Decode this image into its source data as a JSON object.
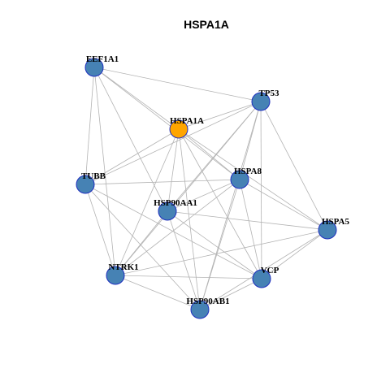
{
  "title": "HSPA1A",
  "colors": {
    "hub_fill": "#ffa500",
    "node_fill": "#4682b4",
    "node_stroke": "#1f2fbf",
    "edge": "#b3b3b3"
  },
  "nodes": [
    {
      "id": "EEF1A1",
      "label": "EEF1A1",
      "hub": false
    },
    {
      "id": "TP53",
      "label": "TP53",
      "hub": false
    },
    {
      "id": "HSPA1A",
      "label": "HSPA1A",
      "hub": true
    },
    {
      "id": "TUBB",
      "label": "TUBB",
      "hub": false
    },
    {
      "id": "HSPA8",
      "label": "HSPA8",
      "hub": false
    },
    {
      "id": "HSP90AA1",
      "label": "HSP90AA1",
      "hub": false
    },
    {
      "id": "HSPA5",
      "label": "HSPA5",
      "hub": false
    },
    {
      "id": "NTRK1",
      "label": "NTRK1",
      "hub": false
    },
    {
      "id": "VCP",
      "label": "VCP",
      "hub": false
    },
    {
      "id": "HSP90AB1",
      "label": "HSP90AB1",
      "hub": false
    }
  ],
  "edges": [
    [
      "EEF1A1",
      "TP53"
    ],
    [
      "EEF1A1",
      "HSPA1A"
    ],
    [
      "EEF1A1",
      "HSPA8"
    ],
    [
      "EEF1A1",
      "TUBB"
    ],
    [
      "EEF1A1",
      "NTRK1"
    ],
    [
      "EEF1A1",
      "HSP90AA1"
    ],
    [
      "TP53",
      "HSPA1A"
    ],
    [
      "TP53",
      "TUBB"
    ],
    [
      "TP53",
      "HSPA8"
    ],
    [
      "TP53",
      "HSP90AA1"
    ],
    [
      "TP53",
      "HSPA5"
    ],
    [
      "TP53",
      "VCP"
    ],
    [
      "TP53",
      "HSP90AB1"
    ],
    [
      "TP53",
      "NTRK1"
    ],
    [
      "HSPA1A",
      "TUBB"
    ],
    [
      "HSPA1A",
      "HSPA8"
    ],
    [
      "HSPA1A",
      "HSP90AA1"
    ],
    [
      "HSPA1A",
      "HSPA5"
    ],
    [
      "HSPA1A",
      "NTRK1"
    ],
    [
      "HSPA1A",
      "VCP"
    ],
    [
      "HSPA1A",
      "HSP90AB1"
    ],
    [
      "TUBB",
      "HSPA8"
    ],
    [
      "TUBB",
      "NTRK1"
    ],
    [
      "TUBB",
      "HSP90AB1"
    ],
    [
      "TUBB",
      "VCP"
    ],
    [
      "HSPA8",
      "HSP90AA1"
    ],
    [
      "HSPA8",
      "HSPA5"
    ],
    [
      "HSPA8",
      "NTRK1"
    ],
    [
      "HSPA8",
      "VCP"
    ],
    [
      "HSPA8",
      "HSP90AB1"
    ],
    [
      "HSP90AA1",
      "HSPA5"
    ],
    [
      "HSP90AA1",
      "VCP"
    ],
    [
      "HSP90AA1",
      "HSP90AB1"
    ],
    [
      "HSP90AA1",
      "NTRK1"
    ],
    [
      "HSPA5",
      "NTRK1"
    ],
    [
      "HSPA5",
      "VCP"
    ],
    [
      "HSPA5",
      "HSP90AB1"
    ],
    [
      "NTRK1",
      "VCP"
    ],
    [
      "NTRK1",
      "HSP90AB1"
    ],
    [
      "VCP",
      "HSP90AB1"
    ]
  ]
}
